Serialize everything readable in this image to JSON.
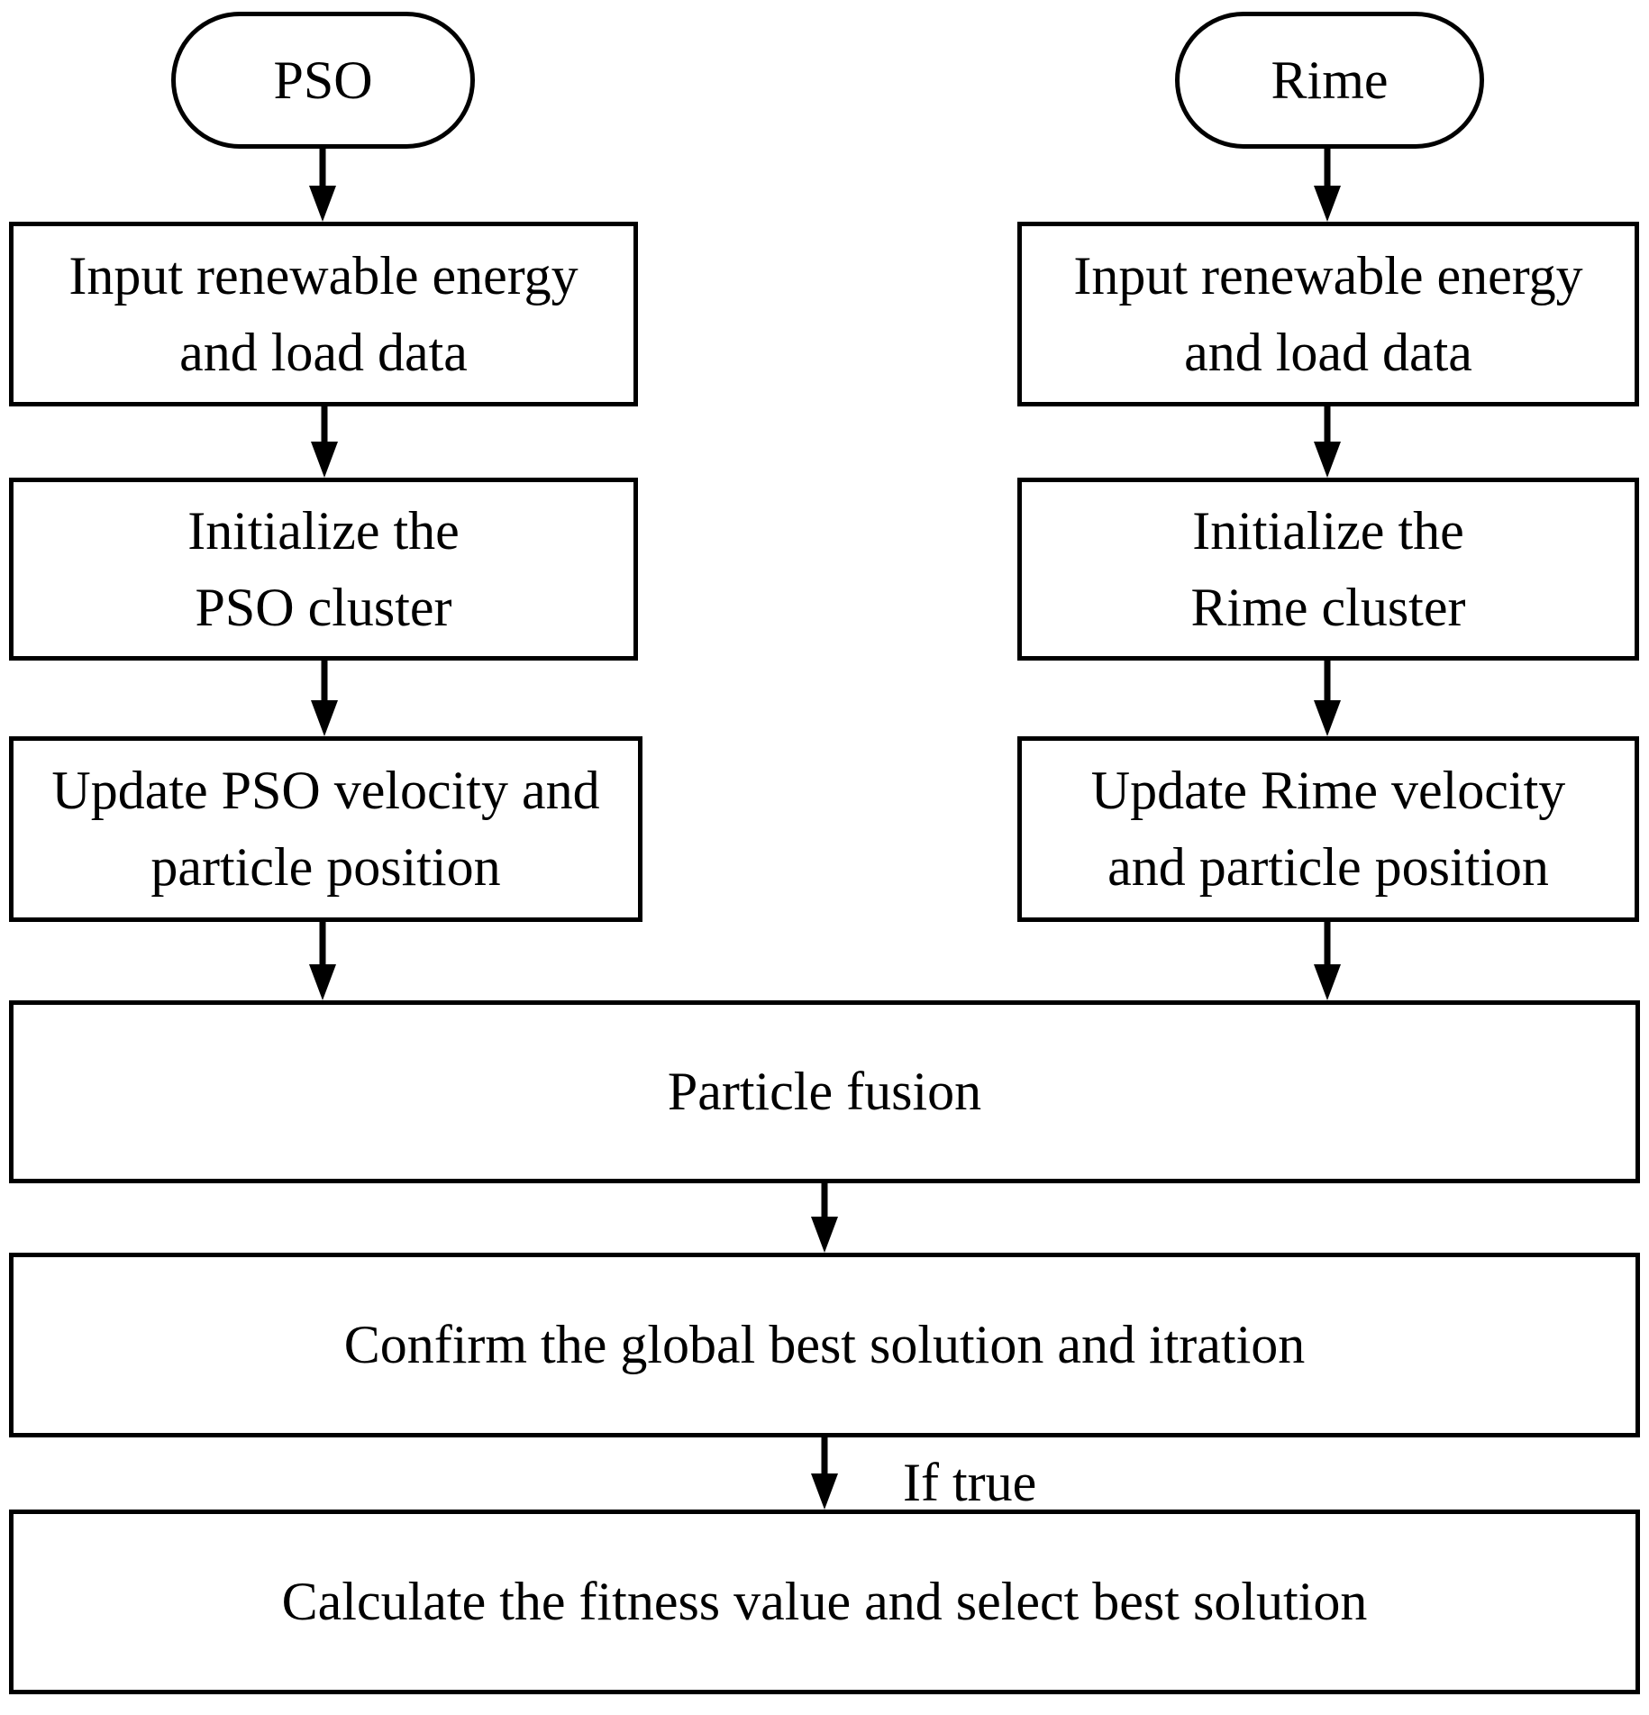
{
  "pso": {
    "start": "PSO",
    "input": "Input renewable energy\nand load data",
    "init": "Initialize the\nPSO cluster",
    "update": "Update PSO velocity and\nparticle position"
  },
  "rime": {
    "start": "Rime",
    "input": "Input renewable energy\nand load data",
    "init": "Initialize the\nRime cluster",
    "update": "Update Rime velocity\nand particle position"
  },
  "merge": {
    "fusion": "Particle fusion",
    "confirm": "Confirm the global best solution and itration",
    "calculate": "Calculate the fitness value and select best solution",
    "condition": "If true"
  },
  "colors": {
    "line": "#000000",
    "background": "#ffffff"
  }
}
